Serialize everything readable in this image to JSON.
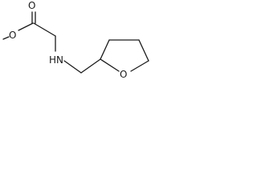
{
  "structure": {
    "atoms": {
      "carbonyl_oxygen": "O",
      "ester_oxygen": "O",
      "amine": "HN",
      "ring_oxygen": "O"
    }
  }
}
